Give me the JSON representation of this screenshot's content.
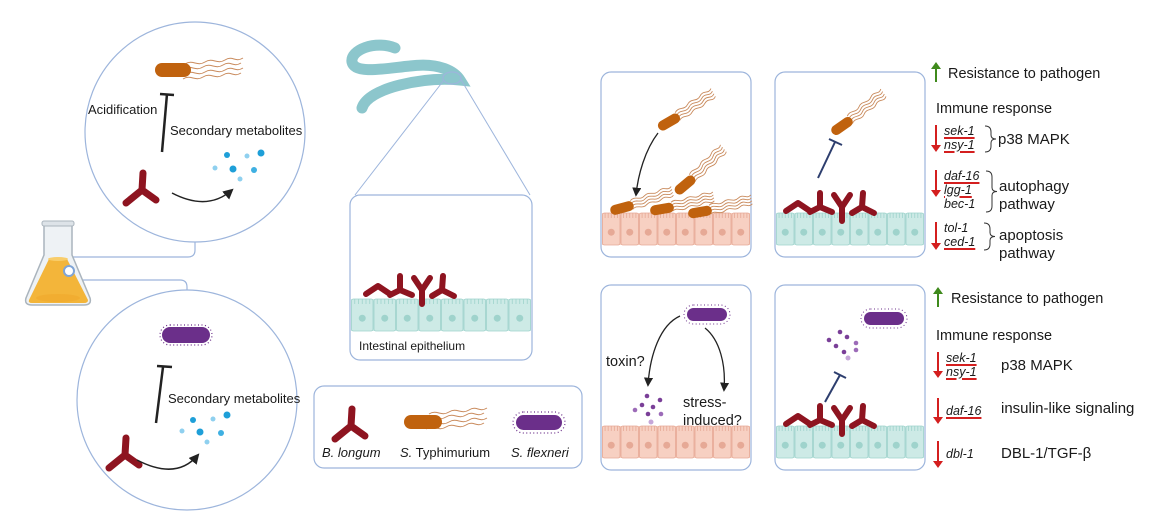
{
  "figure": {
    "colors": {
      "panel_border": "#9db5dc",
      "b_longum": "#8e1420",
      "s_typhimurium_body": "#c0620e",
      "s_typhimurium_flagella": "#c98a5c",
      "s_flexneri_body": "#6b2f8a",
      "metabolite_blue": "#1e9fd8",
      "metabolite_light_blue": "#8fd0ef",
      "toxin_purple": "#7a3f98",
      "epithelium_healthy": "#cdeae6",
      "epithelium_infected": "#f7d0c2",
      "worm": "#8cc6cc",
      "flask_liquid": "#f3b53a",
      "up_arrow": "#3f8a1c",
      "down_arrow": "#d41f1f"
    },
    "in_vitro": {
      "top_circle": {
        "label_left": "Acidification",
        "label_right": "Secondary metabolites"
      },
      "bottom_circle": {
        "label_right": "Secondary metabolites"
      }
    },
    "in_vivo": {
      "epithelium_label": "Intestinal epithelium"
    },
    "legend": {
      "items": [
        {
          "name": "b-longum",
          "label": "B. longum",
          "italic_full": true
        },
        {
          "name": "s-typhimurium",
          "label_italic": "S.",
          "label_plain": " Typhimurium"
        },
        {
          "name": "s-flexneri",
          "label": "S. flexneri",
          "italic_full": true
        }
      ]
    },
    "panels": {
      "flexneri_control": {
        "label_toxin": "toxin?",
        "label_stress_line1": "stress-",
        "label_stress_line2": "induced?"
      }
    },
    "results": {
      "typhimurium": {
        "resistance": "Resistance to pathogen",
        "immune_title": "Immune response",
        "groups": [
          {
            "genes": [
              "sek-1",
              "nsy-1"
            ],
            "underlined": [
              true,
              true
            ],
            "pathway": [
              "p38 MAPK"
            ]
          },
          {
            "genes": [
              "daf-16",
              "lgg-1",
              "bec-1"
            ],
            "underlined": [
              true,
              true,
              false
            ],
            "pathway": [
              "autophagy",
              "pathway"
            ]
          },
          {
            "genes": [
              "tol-1",
              "ced-1"
            ],
            "underlined": [
              false,
              true
            ],
            "pathway": [
              "apoptosis",
              "pathway"
            ]
          }
        ]
      },
      "flexneri": {
        "resistance": "Resistance to pathogen",
        "immune_title": "Immune response",
        "groups": [
          {
            "genes": [
              "sek-1",
              "nsy-1"
            ],
            "underlined": [
              true,
              true
            ],
            "pathway": [
              "p38 MAPK"
            ]
          },
          {
            "genes": [
              "daf-16"
            ],
            "underlined": [
              true
            ],
            "pathway": [
              "insulin-like signaling"
            ]
          },
          {
            "genes": [
              "dbl-1"
            ],
            "underlined": [
              false
            ],
            "pathway": [
              "DBL-1/TGF-β"
            ]
          }
        ]
      }
    }
  }
}
